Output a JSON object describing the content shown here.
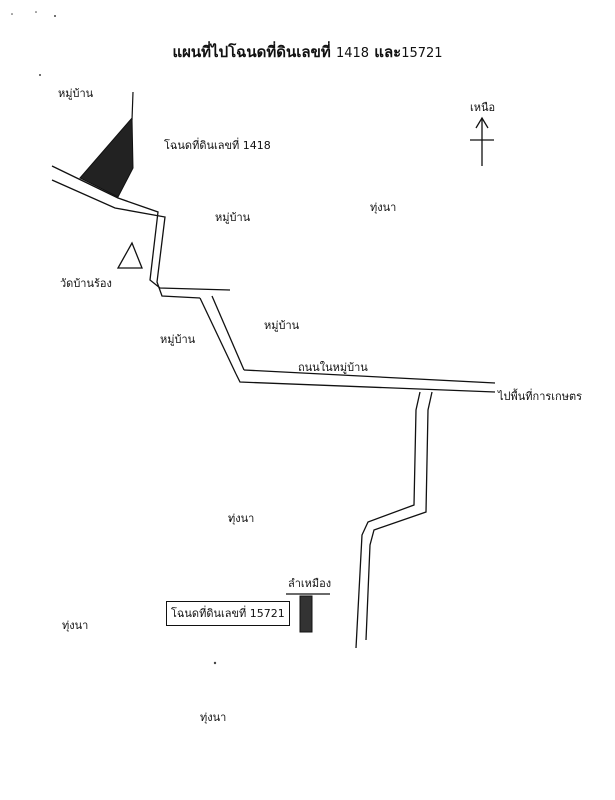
{
  "title": {
    "prefix": "แผนที่ไปโฉนดที่ดินเลขที่",
    "number_1": "1418",
    "conjunction": "และ",
    "number_2": "15721"
  },
  "north": {
    "label": "เหนือ"
  },
  "labels": {
    "village_top_left": "หมู่บ้าน",
    "deed_1418": "โฉนดที่ดินเลขที่ 1418",
    "village_center": "หมู่บ้าน",
    "paddy_top_right": "ทุ่งนา",
    "temple": "วัดบ้านร้อง",
    "village_mid": "หมู่บ้าน",
    "village_left": "หมู่บ้าน",
    "village_road": "ถนนในหมู่บ้าน",
    "to_farmland": "ไปพื้นที่การเกษตร",
    "paddy_center": "ทุ่งนา",
    "ditch": "ลำเหมือง",
    "deed_15721": "โฉนดที่ดินเลขที่ 15721",
    "paddy_bottom_left": "ทุ่งนา",
    "paddy_bottom": "ทุ่งนา"
  }
}
